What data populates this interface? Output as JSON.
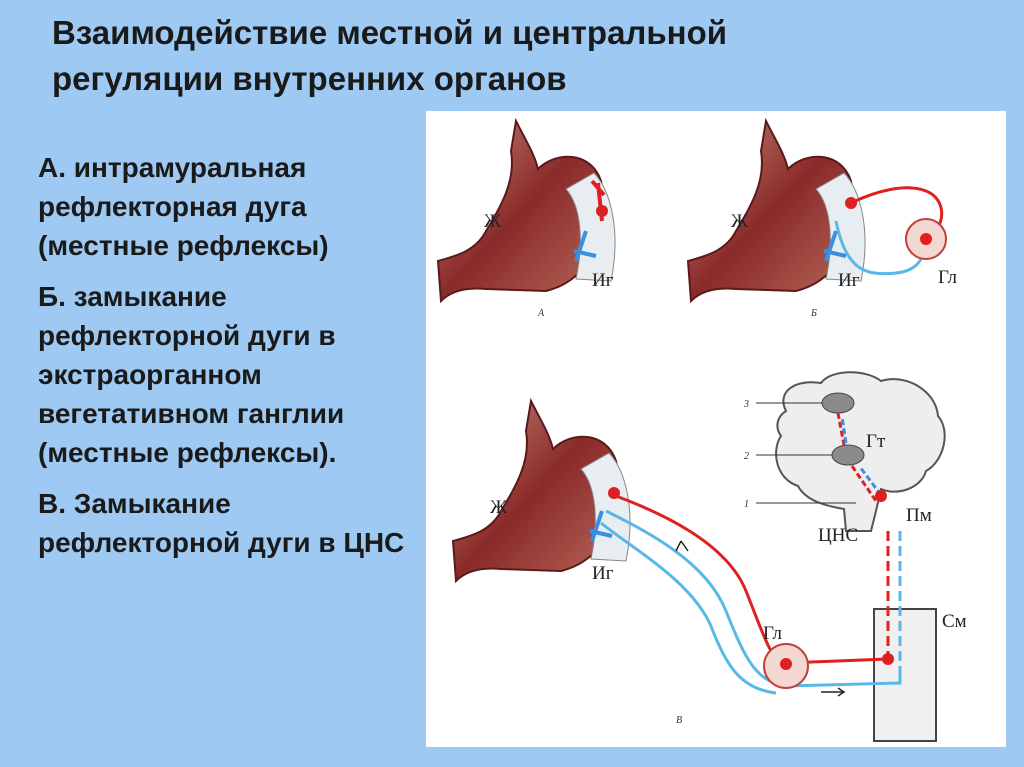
{
  "title": {
    "line1": "Взаимодействие  местной и центральной",
    "line2": "регуляции  внутренних органов"
  },
  "items": [
    "А.  интрамуральная рефлекторная дуга (местные рефлексы)",
    "Б. замыкание рефлекторной дуги в экстраорганном вегетативном ганглии (местные рефлексы).",
    "В. Замыкание рефлекторной дуги в ЦНС"
  ],
  "figure": {
    "panel_a": {
      "stomach": "Ж",
      "intramural": "Иг",
      "caption": "А"
    },
    "panel_b": {
      "stomach": "Ж",
      "intramural": "Иг",
      "ganglion": "Гл",
      "caption": "Б"
    },
    "panel_c": {
      "stomach": "Ж",
      "intramural": "Иг",
      "ganglion": "Гл",
      "hypothalamus": "Гт",
      "cns": "ЦНС",
      "medulla": "Пм",
      "spinal_cord": "См",
      "numbers": [
        "3",
        "2",
        "1"
      ],
      "caption": "В"
    }
  },
  "colors": {
    "background": "#9ec9f2",
    "efferent": "#e02020",
    "afferent": "#3aa0e0",
    "tissue": "#8a2a2a"
  }
}
